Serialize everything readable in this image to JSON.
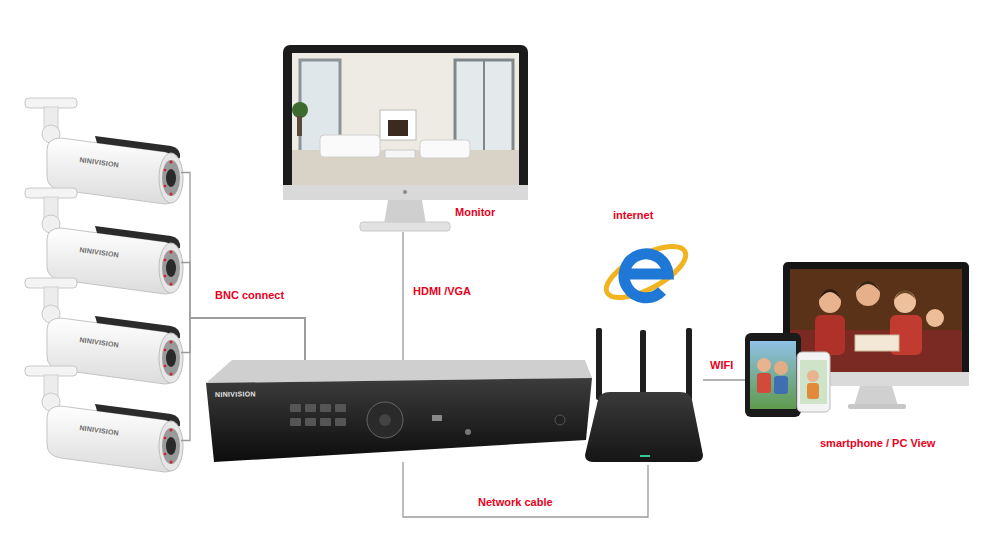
{
  "diagram": {
    "nodes": [
      {
        "text": [
          "NINIVISION"
        ]
      },
      {
        "text": [
          "NINIVISION"
        ]
      },
      {
        "text": [
          "NINIVISION"
        ]
      },
      {
        "text": [
          "NINIVISION"
        ]
      },
      {
        "text": [
          "Monitor"
        ]
      },
      {
        "text": [
          "NINIVISION"
        ]
      },
      {
        "text": [
          "internet"
        ]
      },
      {
        "text": [
          "smartphone / PC View"
        ]
      }
    ],
    "edges": [
      {
        "from": 0,
        "to": 5,
        "arrow": "none"
      },
      {
        "from": 1,
        "to": 5,
        "arrow": "none"
      },
      {
        "from": 2,
        "to": 5,
        "label": "BNC connect",
        "arrow": "none"
      },
      {
        "from": 3,
        "to": 5,
        "arrow": "none"
      },
      {
        "from": 5,
        "to": 4,
        "label": "HDMI /VGA",
        "arrow": "none"
      },
      {
        "from": 5,
        "to": 6,
        "label": "Network cable",
        "arrow": "none"
      },
      {
        "from": 6,
        "to": 7,
        "label": "WIFI",
        "arrow": "none"
      }
    ]
  }
}
